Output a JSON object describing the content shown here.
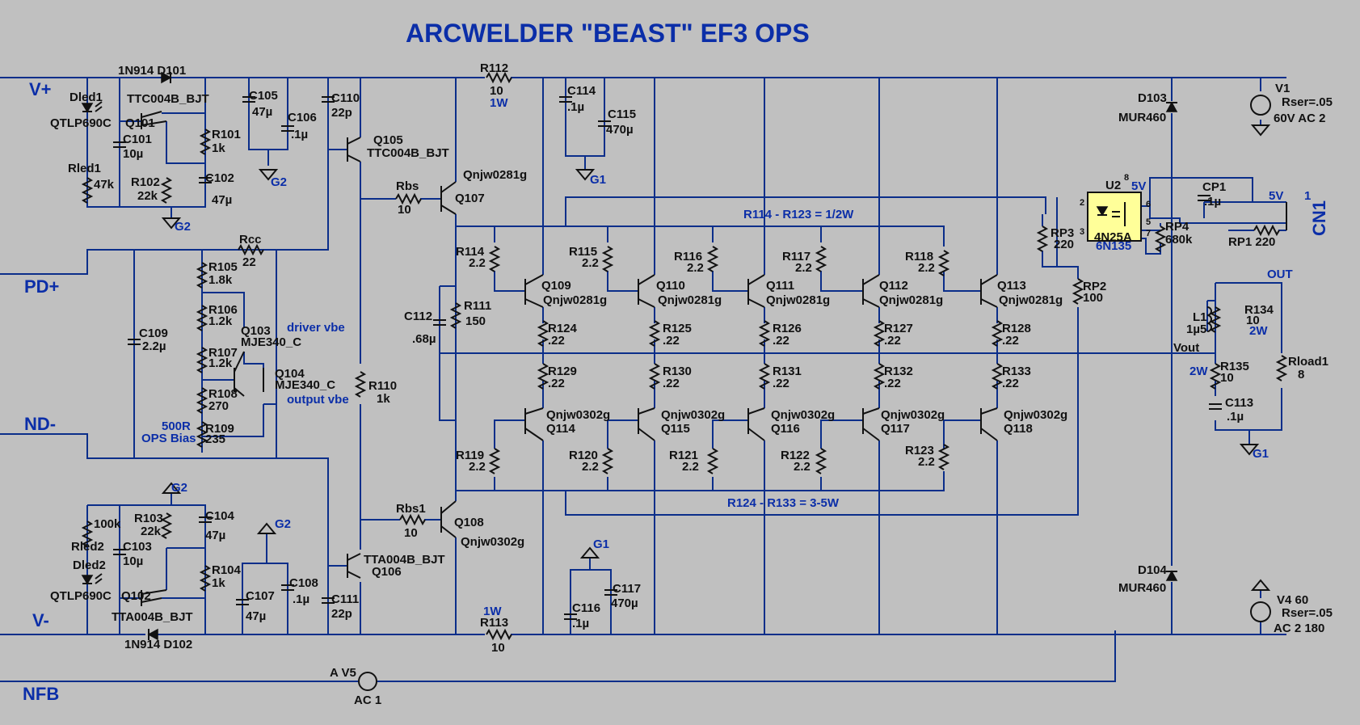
{
  "title": "ARCWELDER \"BEAST\" EF3 OPS",
  "nets": {
    "vplus": "V+",
    "vminus": "V-",
    "pdplus": "PD+",
    "ndminus": "ND-",
    "nfb": "NFB",
    "out": "OUT",
    "vout": "Vout",
    "cn1": "CN1",
    "five_v": "5V",
    "five_v_pin": "1",
    "g1": "G1",
    "g2": "G2"
  },
  "notes": {
    "r114_r123": "R114 - R123 = 1/2W",
    "r124_r133": "R124 - R133 = 3-5W",
    "driver_vbe": "driver vbe",
    "output_vbe": "output vbe",
    "bias_500r": "500R",
    "ops_bias": "OPS Bias",
    "r112_w": "1W",
    "r113_w": "1W",
    "r134_w": "2W",
    "r135_w": "2W"
  },
  "components": {
    "d101": {
      "ref": "D101",
      "value": "1N914"
    },
    "d102": {
      "ref": "D102",
      "value": "1N914"
    },
    "dled1": {
      "ref": "Dled1",
      "value": "QTLP690C"
    },
    "dled2": {
      "ref": "Dled2",
      "value": "QTLP690C"
    },
    "rled1": {
      "ref": "Rled1",
      "value": "47k"
    },
    "rled2": {
      "ref": "Rled2",
      "value": "100k"
    },
    "q101": {
      "ref": "Q101",
      "model": "TTC004B_BJT"
    },
    "q102": {
      "ref": "Q102",
      "model": "TTA004B_BJT"
    },
    "c101": {
      "ref": "C101",
      "value": "10µ"
    },
    "c103": {
      "ref": "C103",
      "value": "10µ"
    },
    "r101": {
      "ref": "R101",
      "value": "1k"
    },
    "r102": {
      "ref": "R102",
      "value": "22k"
    },
    "r103": {
      "ref": "R103",
      "value": "22k"
    },
    "r104": {
      "ref": "R104",
      "value": "1k"
    },
    "c102": {
      "ref": "C102",
      "value": "47µ"
    },
    "c104": {
      "ref": "C104",
      "value": "47µ"
    },
    "c105": {
      "ref": "C105",
      "value": "47µ"
    },
    "c106": {
      "ref": "C106",
      "value": ".1µ"
    },
    "c107": {
      "ref": "C107",
      "value": "47µ"
    },
    "c108": {
      "ref": "C108",
      "value": ".1µ"
    },
    "c110": {
      "ref": "C110",
      "value": "22p"
    },
    "c111": {
      "ref": "C111",
      "value": "22p"
    },
    "rcc": {
      "ref": "Rcc",
      "value": "22"
    },
    "r105": {
      "ref": "R105",
      "value": "1.8k"
    },
    "r106": {
      "ref": "R106",
      "value": "1.2k"
    },
    "r107": {
      "ref": "R107",
      "value": "1.2k"
    },
    "r108": {
      "ref": "R108",
      "value": "270"
    },
    "r109": {
      "ref": "R109",
      "value": "235"
    },
    "q103": {
      "ref": "Q103",
      "model": "MJE340_C"
    },
    "q104": {
      "ref": "Q104",
      "model": "MJE340_C"
    },
    "c109": {
      "ref": "C109",
      "value": "2.2µ"
    },
    "q105": {
      "ref": "Q105",
      "model": "TTC004B_BJT"
    },
    "q106": {
      "ref": "Q106",
      "model": "TTA004B_BJT"
    },
    "r110": {
      "ref": "R110",
      "value": "1k"
    },
    "rbs": {
      "ref": "Rbs",
      "value": "10"
    },
    "rbs1": {
      "ref": "Rbs1",
      "value": "10"
    },
    "q107": {
      "ref": "Q107",
      "model": "Qnjw0281g"
    },
    "q108": {
      "ref": "Q108",
      "model": "Qnjw0302g"
    },
    "r112": {
      "ref": "R112",
      "value": "10"
    },
    "r113": {
      "ref": "R113",
      "value": "10"
    },
    "r111": {
      "ref": "R111",
      "value": "150"
    },
    "c112": {
      "ref": "C112",
      "value": ".68µ"
    },
    "c114": {
      "ref": "C114",
      "value": ".1µ"
    },
    "c115": {
      "ref": "C115",
      "value": "470µ"
    },
    "c116": {
      "ref": "C116",
      "value": ".1µ"
    },
    "c117": {
      "ref": "C117",
      "value": "470µ"
    },
    "r114": {
      "ref": "R114",
      "value": "2.2"
    },
    "r115": {
      "ref": "R115",
      "value": "2.2"
    },
    "r116": {
      "ref": "R116",
      "value": "2.2"
    },
    "r117": {
      "ref": "R117",
      "value": "2.2"
    },
    "r118": {
      "ref": "R118",
      "value": "2.2"
    },
    "r119": {
      "ref": "R119",
      "value": "2.2"
    },
    "r120": {
      "ref": "R120",
      "value": "2.2"
    },
    "r121": {
      "ref": "R121",
      "value": "2.2"
    },
    "r122": {
      "ref": "R122",
      "value": "2.2"
    },
    "r123": {
      "ref": "R123",
      "value": "2.2"
    },
    "q109": {
      "ref": "Q109",
      "model": "Qnjw0281g"
    },
    "q110": {
      "ref": "Q110",
      "model": "Qnjw0281g"
    },
    "q111": {
      "ref": "Q111",
      "model": "Qnjw0281g"
    },
    "q112": {
      "ref": "Q112",
      "model": "Qnjw0281g"
    },
    "q113": {
      "ref": "Q113",
      "model": "Qnjw0281g"
    },
    "q114": {
      "ref": "Q114",
      "model": "Qnjw0302g"
    },
    "q115": {
      "ref": "Q115",
      "model": "Qnjw0302g"
    },
    "q116": {
      "ref": "Q116",
      "model": "Qnjw0302g"
    },
    "q117": {
      "ref": "Q117",
      "model": "Qnjw0302g"
    },
    "q118": {
      "ref": "Q118",
      "model": "Qnjw0302g"
    },
    "r124": {
      "ref": "R124",
      "value": ".22"
    },
    "r125": {
      "ref": "R125",
      "value": ".22"
    },
    "r126": {
      "ref": "R126",
      "value": ".22"
    },
    "r127": {
      "ref": "R127",
      "value": ".22"
    },
    "r128": {
      "ref": "R128",
      "value": ".22"
    },
    "r129": {
      "ref": "R129",
      "value": ".22"
    },
    "r130": {
      "ref": "R130",
      "value": ".22"
    },
    "r131": {
      "ref": "R131",
      "value": ".22"
    },
    "r132": {
      "ref": "R132",
      "value": ".22"
    },
    "r133": {
      "ref": "R133",
      "value": ".22"
    },
    "u2": {
      "ref": "U2",
      "model": "4N25A",
      "alt": "6N135"
    },
    "u2_pins": {
      "p8": "8",
      "p2": "2",
      "p3": "3",
      "p6": "6",
      "p5": "5",
      "p7": "7"
    },
    "u2_5v": "5V",
    "rp3": {
      "ref": "RP3",
      "value": "220"
    },
    "rp4": {
      "ref": "RP4",
      "value": "680k"
    },
    "rp1": {
      "ref": "RP1",
      "value": "220"
    },
    "rp2": {
      "ref": "RP2",
      "value": "100"
    },
    "cp1": {
      "ref": "CP1",
      "value": ".1µ"
    },
    "d103": {
      "ref": "D103",
      "value": "MUR460"
    },
    "d104": {
      "ref": "D104",
      "value": "MUR460"
    },
    "v1": {
      "ref": "V1",
      "rser": "Rser=.05",
      "spec": "60V AC 2"
    },
    "v4": {
      "ref": "V4",
      "value": "60",
      "rser": "Rser=.05",
      "spec": "AC 2 180"
    },
    "v5": {
      "ref": "V5",
      "prefix": "A",
      "spec": "AC 1"
    },
    "l1": {
      "ref": "L1",
      "value": "1µ5"
    },
    "r134": {
      "ref": "R134",
      "value": "10"
    },
    "r135": {
      "ref": "R135",
      "value": "10"
    },
    "c113": {
      "ref": "C113",
      "value": ".1µ"
    },
    "rload1": {
      "ref": "Rload1",
      "value": "8"
    }
  }
}
